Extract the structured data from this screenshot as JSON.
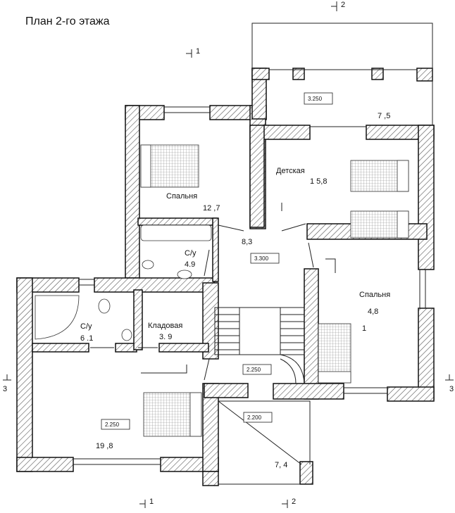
{
  "title": "План 2-го этажа",
  "colors": {
    "wall_outline": "#111111",
    "hatch": "#555555",
    "line": "#222222"
  },
  "rooms": [
    {
      "id": "bedroom-top",
      "name": "Спальня",
      "area": "12 ,7"
    },
    {
      "id": "kids",
      "name": "Детская",
      "area": "1 5,8"
    },
    {
      "id": "bath-top",
      "name": "С/у",
      "area": "4.9"
    },
    {
      "id": "hall-top",
      "name": "",
      "area": "8,3"
    },
    {
      "id": "bedroom-right",
      "name": "Спальня",
      "area": "4,8",
      "area_extra": "1"
    },
    {
      "id": "bath-left",
      "name": "С/у",
      "area": "6 .1"
    },
    {
      "id": "storage",
      "name": "Кладовая",
      "area": "3. 9"
    },
    {
      "id": "bedroom-bottom",
      "name": "",
      "area": "19 ,8"
    },
    {
      "id": "terrace-top",
      "name": "",
      "area": "7 ,5"
    },
    {
      "id": "balcony-bottom",
      "name": "",
      "area": "7, 4"
    }
  ],
  "levels": [
    "3.250",
    "3.300",
    "2.250",
    "2.250",
    "2.200"
  ],
  "axes": {
    "a1": "1",
    "a2": "2",
    "a3": "3"
  }
}
